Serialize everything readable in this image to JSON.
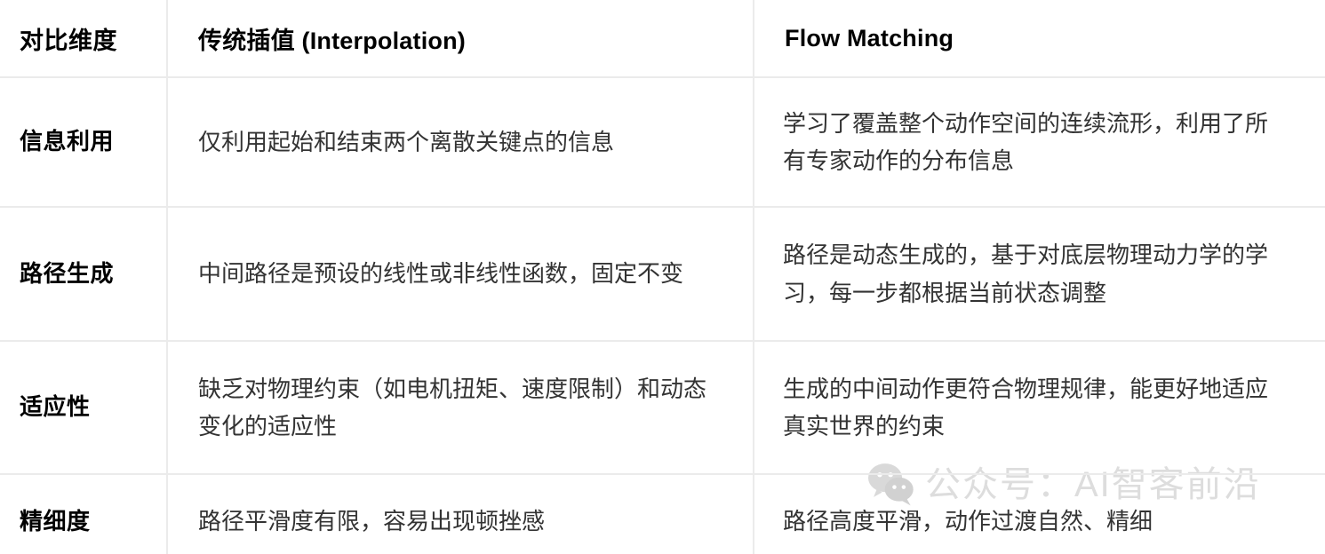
{
  "table": {
    "columns": [
      {
        "key": "dimension",
        "label": "对比维度"
      },
      {
        "key": "interpolation",
        "label_zh": "传统插值",
        "label_en": " (Interpolation)"
      },
      {
        "key": "flow_matching",
        "label": "Flow Matching"
      }
    ],
    "rows": [
      {
        "dimension": "信息利用",
        "interpolation": "仅利用起始和结束两个离散关键点的信息",
        "flow_matching": "学习了覆盖整个动作空间的连续流形，利用了所有专家动作的分布信息"
      },
      {
        "dimension": "路径生成",
        "interpolation": "中间路径是预设的线性或非线性函数，固定不变",
        "flow_matching": "路径是动态生成的，基于对底层物理动力学的学习，每一步都根据当前状态调整"
      },
      {
        "dimension": "适应性",
        "interpolation": "缺乏对物理约束（如电机扭矩、速度限制）和动态变化的适应性",
        "flow_matching": "生成的中间动作更符合物理规律，能更好地适应真实世界的约束"
      },
      {
        "dimension": "精细度",
        "interpolation": "路径平滑度有限，容易出现顿挫感",
        "flow_matching": "路径高度平滑，动作过渡自然、精细"
      }
    ]
  },
  "watermark": {
    "text": "公众号：AI智客前沿",
    "icon": "wechat-logo",
    "color": "#c9c9c9"
  },
  "style": {
    "border_color": "#ebebeb",
    "header_text_color": "#000000",
    "body_text_color": "#333333",
    "background": "#ffffff"
  }
}
